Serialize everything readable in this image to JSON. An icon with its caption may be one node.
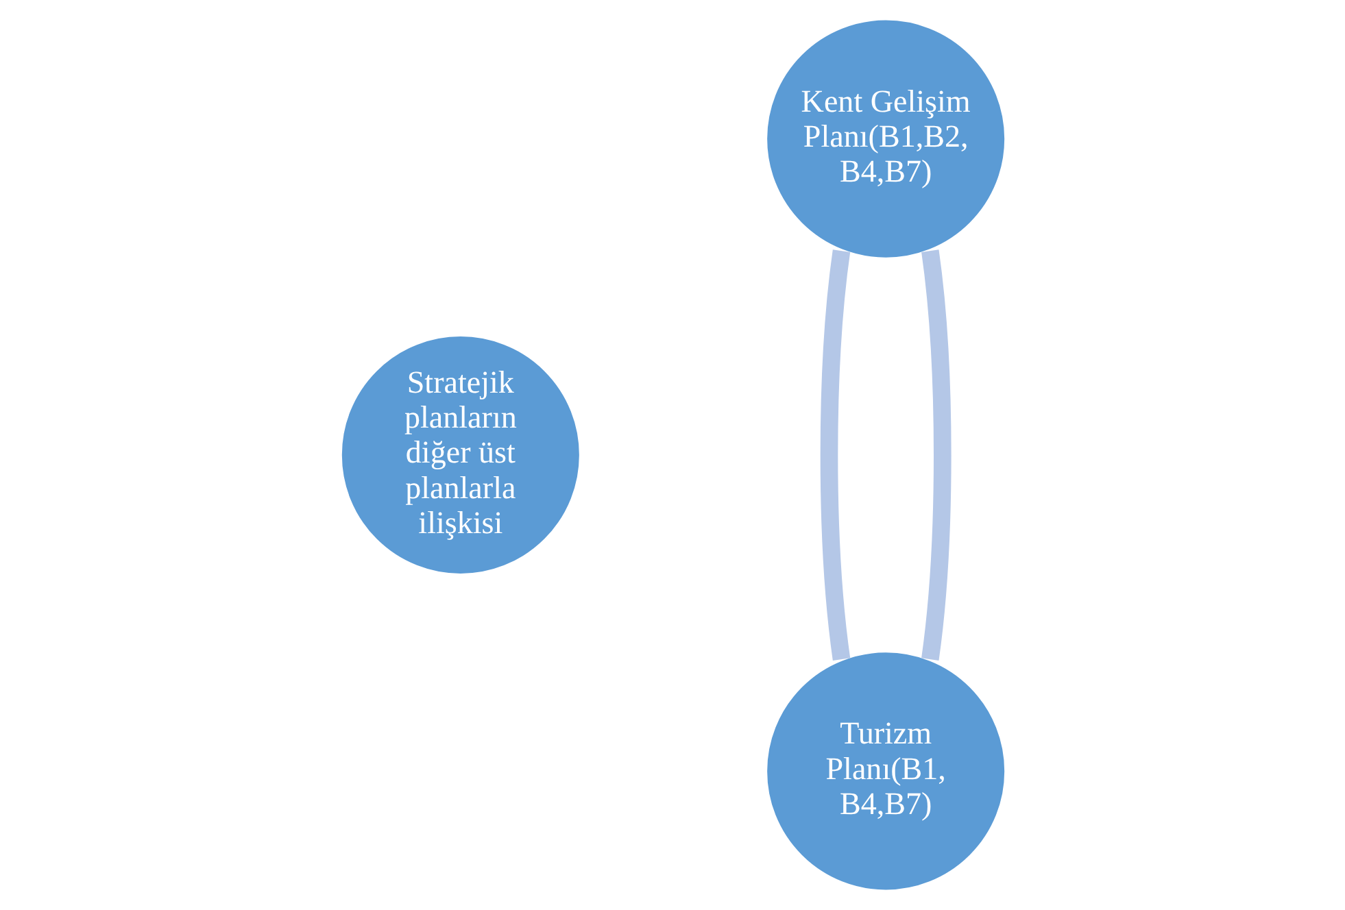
{
  "diagram": {
    "nodes": [
      {
        "text": [
          "Kent Gelişim Planı(B1,B2, B4,B7)"
        ]
      },
      {
        "text": [
          "Stratejik planların diğer üst planlarla ilişkisi"
        ]
      },
      {
        "text": [
          "Turizm Planı(B1, B4,B7)"
        ]
      }
    ],
    "edges": [
      {
        "from": 0,
        "to": 2,
        "arrow": "none"
      },
      {
        "from": 0,
        "to": 2,
        "arrow": "none"
      }
    ]
  }
}
